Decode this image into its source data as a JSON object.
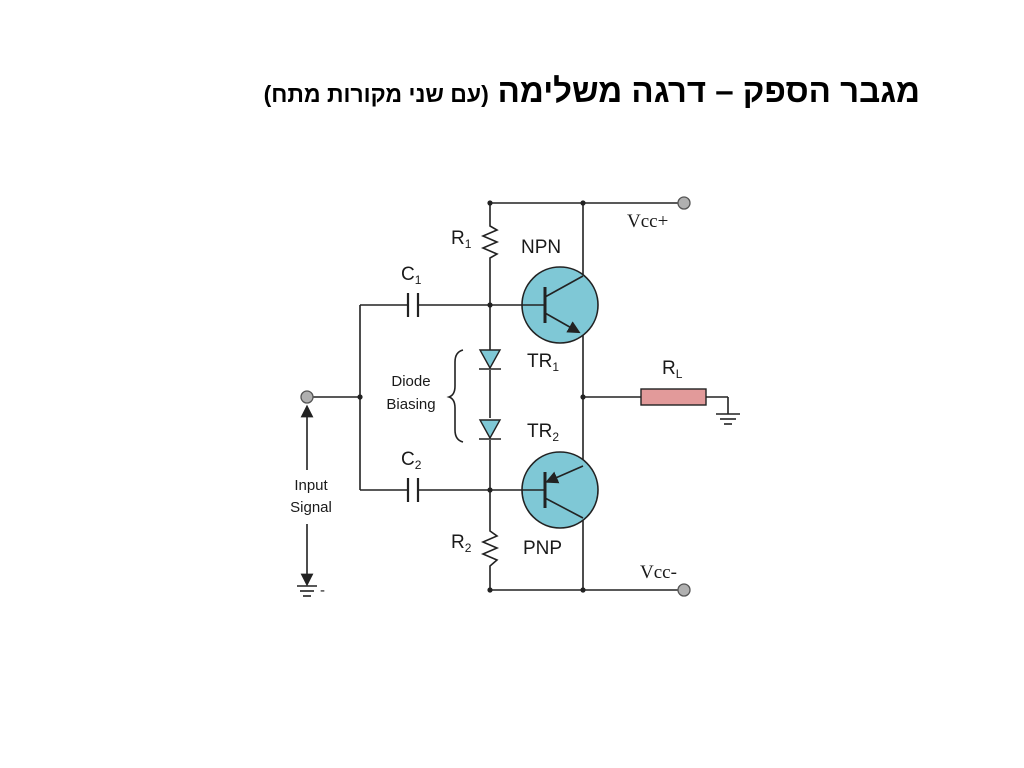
{
  "title": {
    "main": "מגבר הספק – דרגה משלימה",
    "sub": "(עם שני מקורות מתח)"
  },
  "circuit": {
    "vcc_plus": "Vcc+",
    "vcc_minus": "Vcc-",
    "r1": {
      "letter": "R",
      "sub": "1"
    },
    "r2": {
      "letter": "R",
      "sub": "2"
    },
    "rl": {
      "letter": "R",
      "sub": "L"
    },
    "c1": {
      "letter": "C",
      "sub": "1"
    },
    "c2": {
      "letter": "C",
      "sub": "2"
    },
    "tr1": {
      "letter": "TR",
      "sub": "1"
    },
    "tr2": {
      "letter": "TR",
      "sub": "2"
    },
    "npn": "NPN",
    "pnp": "PNP",
    "diode_biasing": [
      "Diode",
      "Biasing"
    ],
    "input_signal": [
      "Input",
      "Signal"
    ],
    "ground_minus": "-"
  },
  "colors": {
    "transistor_fill": "#7fc8d6",
    "load_resistor_fill": "#e29a9a",
    "diode_fill": "#7fc8d6",
    "terminal_fill": "#b0b0b0"
  }
}
